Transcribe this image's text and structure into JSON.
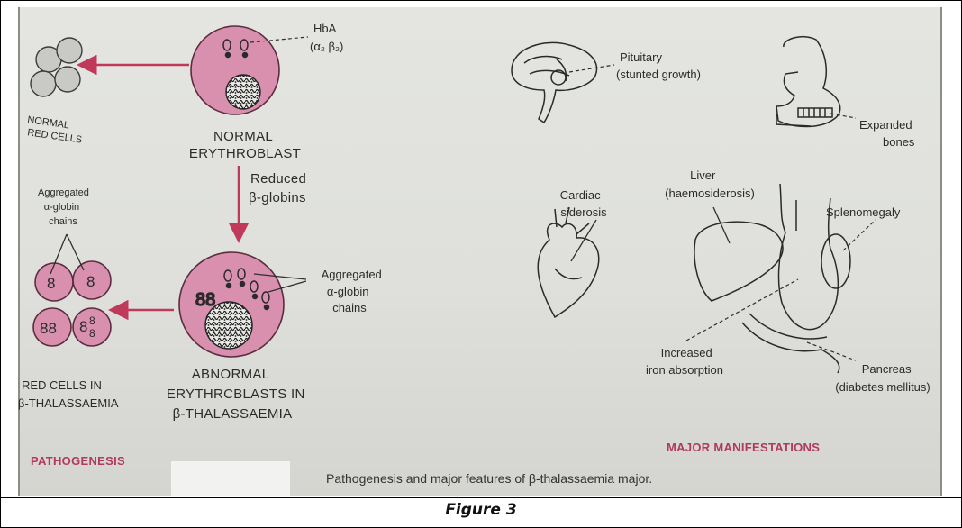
{
  "figure": {
    "caption": "Pathogenesis and major features of β-thalassaemia major.",
    "title": "Figure 3"
  },
  "pathogenesis": {
    "section_label": "PATHOGENESIS",
    "hba_label": "HbA",
    "hba_chains": "(α₂ β₂)",
    "normal_red_cells": [
      "NORMAL",
      "RED CELLS"
    ],
    "normal_erythroblast": [
      "NORMAL",
      "ERYTHROBLAST"
    ],
    "reduced": [
      "Reduced",
      "β-globins"
    ],
    "aggregated_left": [
      "Aggregated",
      "α-globin",
      "chains"
    ],
    "aggregated_right": [
      "Aggregated",
      "α-globin",
      "chains"
    ],
    "abnormal_erythroblasts": [
      "ABNORMAL",
      "ERYTHRCBLASTS IN",
      "β-THALASSAEMIA"
    ],
    "red_cells_thal": [
      "RED CELLS IN",
      "β-THALASSAEMIA"
    ]
  },
  "manifestations": {
    "section_label": "MAJOR MANIFESTATIONS",
    "pituitary": [
      "Pituitary",
      "(stunted growth)"
    ],
    "expanded_bones": [
      "Expanded",
      "bones"
    ],
    "cardiac": [
      "Cardiac",
      "siderosis"
    ],
    "liver": [
      "Liver",
      "(haemosiderosis)"
    ],
    "splenomegaly": "Splenomegaly",
    "iron_absorption": [
      "Increased",
      "iron absorption"
    ],
    "pancreas": [
      "Pancreas",
      "(diabetes mellitus)"
    ]
  }
}
